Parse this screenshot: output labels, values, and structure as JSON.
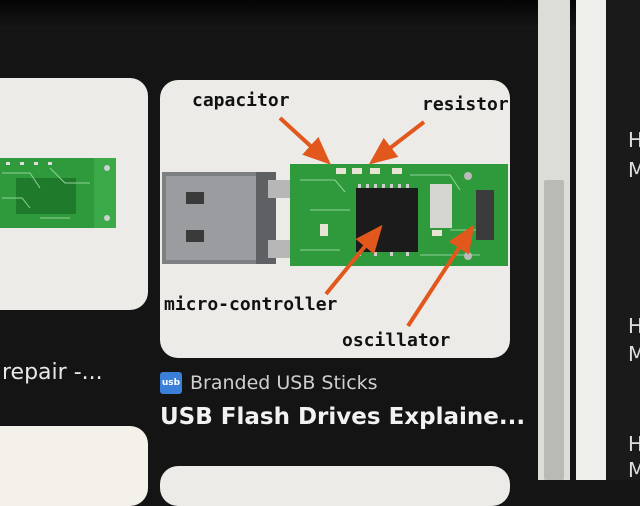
{
  "results": {
    "left": {
      "caption": "repair -..."
    },
    "main": {
      "labels": {
        "capacitor": "capacitor",
        "resistor": "resistor",
        "microcontroller": "micro-controller",
        "oscillator": "oscillator"
      },
      "source_name": "Branded USB Sticks",
      "title": "USB Flash Drives Explaine..."
    }
  },
  "right_edge_chars": [
    "H",
    "M",
    "H",
    "M",
    "H",
    "M"
  ],
  "colors": {
    "background": "#141414",
    "card": "#ecebe7",
    "pcb": "#2f9a3c",
    "arrow": "#e2571c"
  },
  "icons": {
    "source": "usb-logo-icon"
  }
}
